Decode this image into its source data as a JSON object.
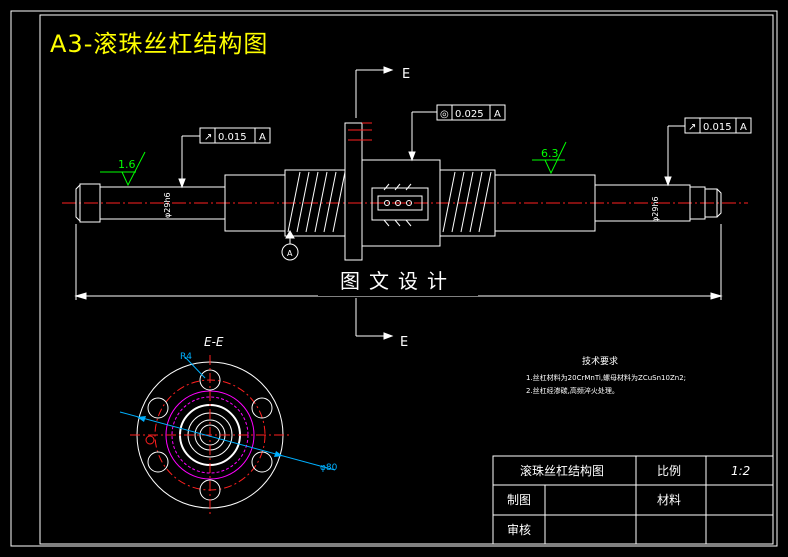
{
  "title": "A3-滚珠丝杠结构图",
  "watermark": "图文设计",
  "section": {
    "top_label": "E",
    "bottom_label": "E",
    "view_label": "E-E"
  },
  "tolerances": {
    "left": {
      "symbol": "↗",
      "value": "0.015",
      "datum": "A"
    },
    "center": {
      "symbol": "◎",
      "value": "0.025",
      "datum": "A"
    },
    "right": {
      "symbol": "↗",
      "value": "0.015",
      "datum": "A"
    }
  },
  "surface_finish": {
    "left": "1.6",
    "right": "6.3"
  },
  "dimensions": {
    "left_dia": "φ29h6",
    "right_dia": "φ29h6",
    "flange_dia": "φ80",
    "radius": "R4",
    "datum": "A"
  },
  "tech_requirements": {
    "heading": "技术要求",
    "lines": [
      "1.丝杠材料为20CrMnTi,螺母材料为ZCuSn10Zn2;",
      "2.丝杠经渗碳,高频淬火处理。"
    ]
  },
  "title_block": {
    "drawing_name": "滚珠丝杠结构图",
    "scale_label": "比例",
    "scale_value": "1:2",
    "drawn_label": "制图",
    "material_label": "材料",
    "checked_label": "审核"
  },
  "colors": {
    "background": "#000000",
    "line": "#ffffff",
    "title": "#ffff00",
    "center_line": "#ff2020",
    "leader": "#00ff00",
    "dimension": "#00b0ff",
    "magenta": "#ff00ff"
  }
}
